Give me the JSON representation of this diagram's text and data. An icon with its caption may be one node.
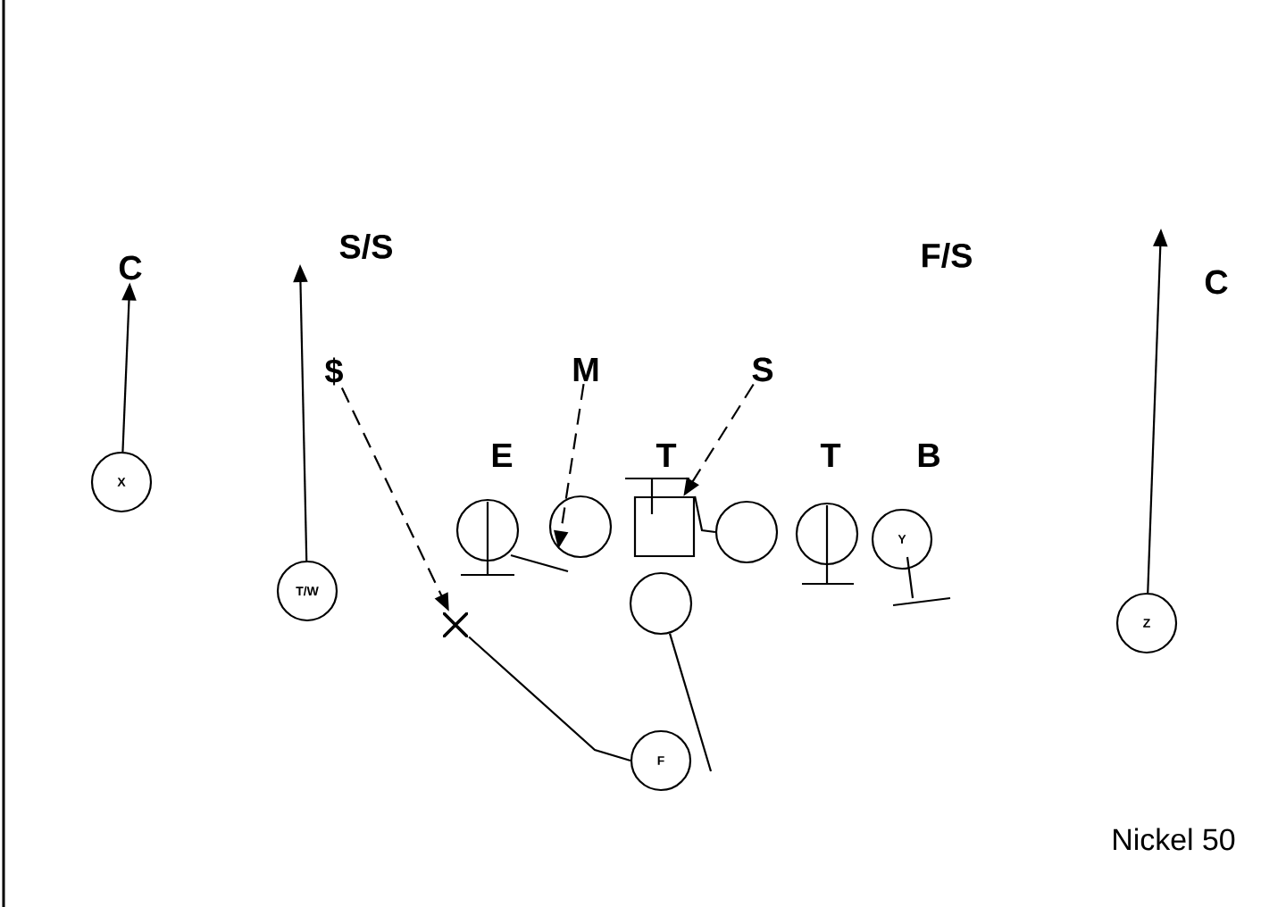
{
  "diagram": {
    "nodes": [
      {
        "text": [
          "X"
        ]
      },
      {
        "text": [
          "T/W"
        ]
      },
      {
        "text": [],
        "shape": "circle"
      },
      {
        "text": [],
        "shape": "circle"
      },
      {
        "text": [],
        "shape": "box"
      },
      {
        "text": [],
        "shape": "circle"
      },
      {
        "text": [],
        "shape": "circle"
      },
      {
        "text": [
          "Y"
        ]
      },
      {
        "text": [],
        "shape": "circle"
      },
      {
        "text": [
          "F"
        ]
      },
      {
        "text": [
          "Z"
        ]
      },
      {
        "text": [
          "C"
        ]
      },
      {
        "text": [
          "$"
        ]
      },
      {
        "text": [
          "M"
        ]
      },
      {
        "text": [
          "S"
        ]
      },
      {
        "text": [],
        "shape": "cross"
      }
    ],
    "edges": [
      {
        "from": 0,
        "to": 11,
        "arrow": "to"
      },
      {
        "from": 1,
        "to": null,
        "arrow": "to"
      },
      {
        "from": 10,
        "to": null,
        "arrow": "to"
      },
      {
        "from": 12,
        "to": 15,
        "arrow": "to",
        "style": "dashed"
      },
      {
        "from": 9,
        "to": 15,
        "arrow": "none"
      },
      {
        "from": 13,
        "to": 3,
        "arrow": "to",
        "style": "dashed"
      },
      {
        "from": 14,
        "to": 4,
        "arrow": "to",
        "style": "dashed"
      },
      {
        "from": 8,
        "to": null,
        "arrow": "none"
      },
      {
        "from": 5,
        "to": 4,
        "arrow": "none"
      }
    ],
    "labels": [
      "S/S",
      "F/S",
      "C",
      "E",
      "T",
      "T",
      "B",
      "Nickel 50"
    ]
  }
}
